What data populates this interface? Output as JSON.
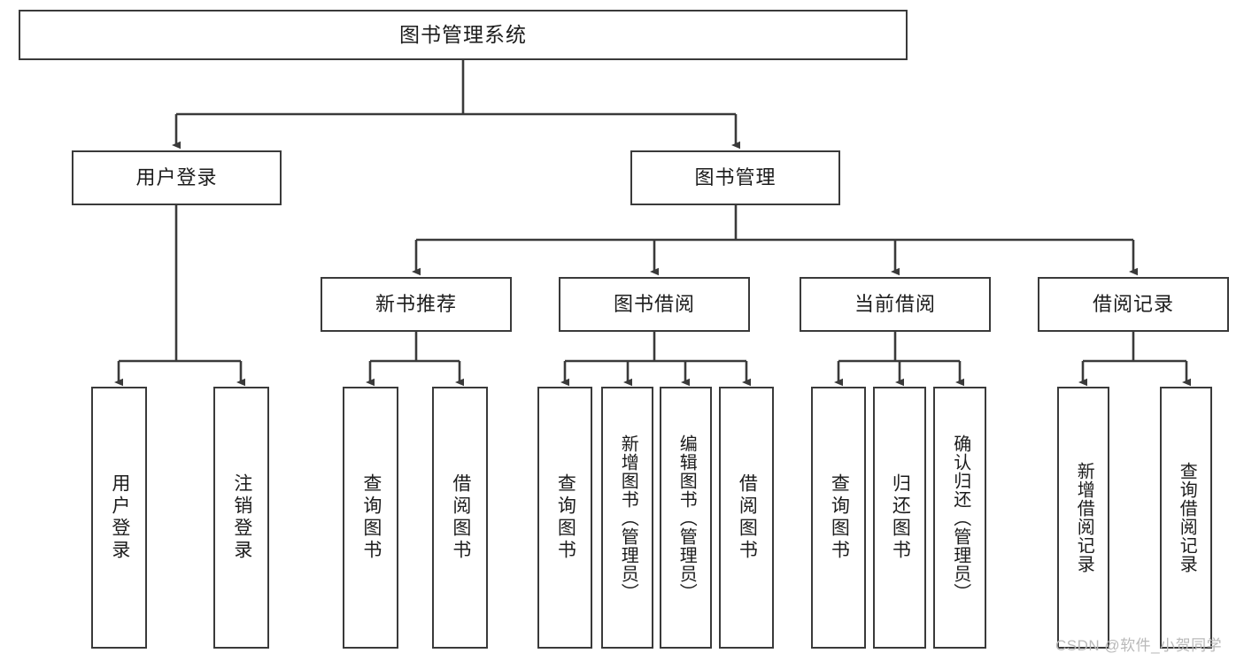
{
  "diagram": {
    "title": "图书管理系统",
    "type": "tree-hierarchy",
    "root": {
      "label": "图书管理系统"
    },
    "level1": [
      {
        "label": "用户登录"
      },
      {
        "label": "图书管理"
      }
    ],
    "level2": [
      {
        "label": "新书推荐"
      },
      {
        "label": "图书借阅"
      },
      {
        "label": "当前借阅"
      },
      {
        "label": "借阅记录"
      }
    ],
    "leaves": {
      "user_login": [
        {
          "label": "用户登录"
        },
        {
          "label": "注销登录"
        }
      ],
      "new_book_recommend": [
        {
          "label": "查询图书"
        },
        {
          "label": "借阅图书"
        }
      ],
      "book_borrow": [
        {
          "label": "查询图书"
        },
        {
          "label": "新增图书（管理员）"
        },
        {
          "label": "编辑图书（管理员）"
        },
        {
          "label": "借阅图书"
        }
      ],
      "current_borrow": [
        {
          "label": "查询图书"
        },
        {
          "label": "归还图书"
        },
        {
          "label": "确认归还（管理员）"
        }
      ],
      "borrow_record": [
        {
          "label": "新增借阅记录"
        },
        {
          "label": "查询借阅记录"
        }
      ]
    }
  },
  "watermark": {
    "text": "CSDN @软件_小贺同学"
  },
  "colors": {
    "stroke": "#3a3a3a",
    "text": "#1c1c1c",
    "background": "#ffffff",
    "watermark": "#b9b9b9"
  }
}
